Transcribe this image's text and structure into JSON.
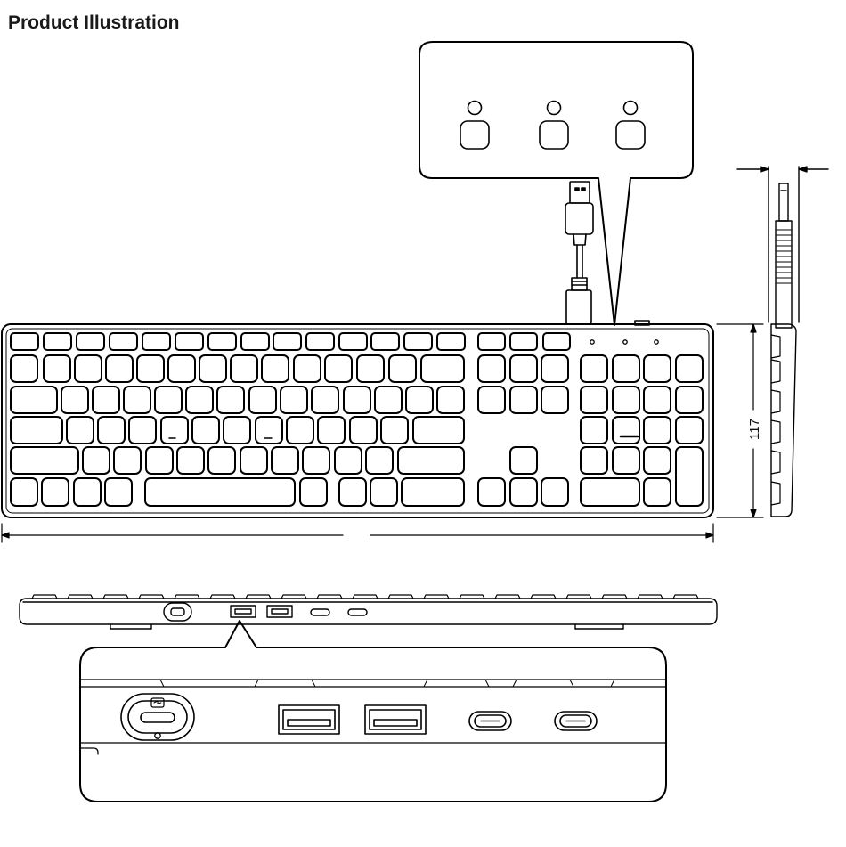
{
  "title": "Product Illustration",
  "dimensions": {
    "height_label": "117"
  },
  "callouts": {
    "indicator_panel": {
      "indicators": 3,
      "description_keys": [
        "led-1",
        "led-2",
        "led-3"
      ]
    },
    "port_panel": {
      "ports": [
        "power-switch",
        "usb-a",
        "usb-a",
        "usb-c",
        "usb-c"
      ]
    }
  },
  "colors": {
    "line": "#000000",
    "background": "#ffffff"
  }
}
